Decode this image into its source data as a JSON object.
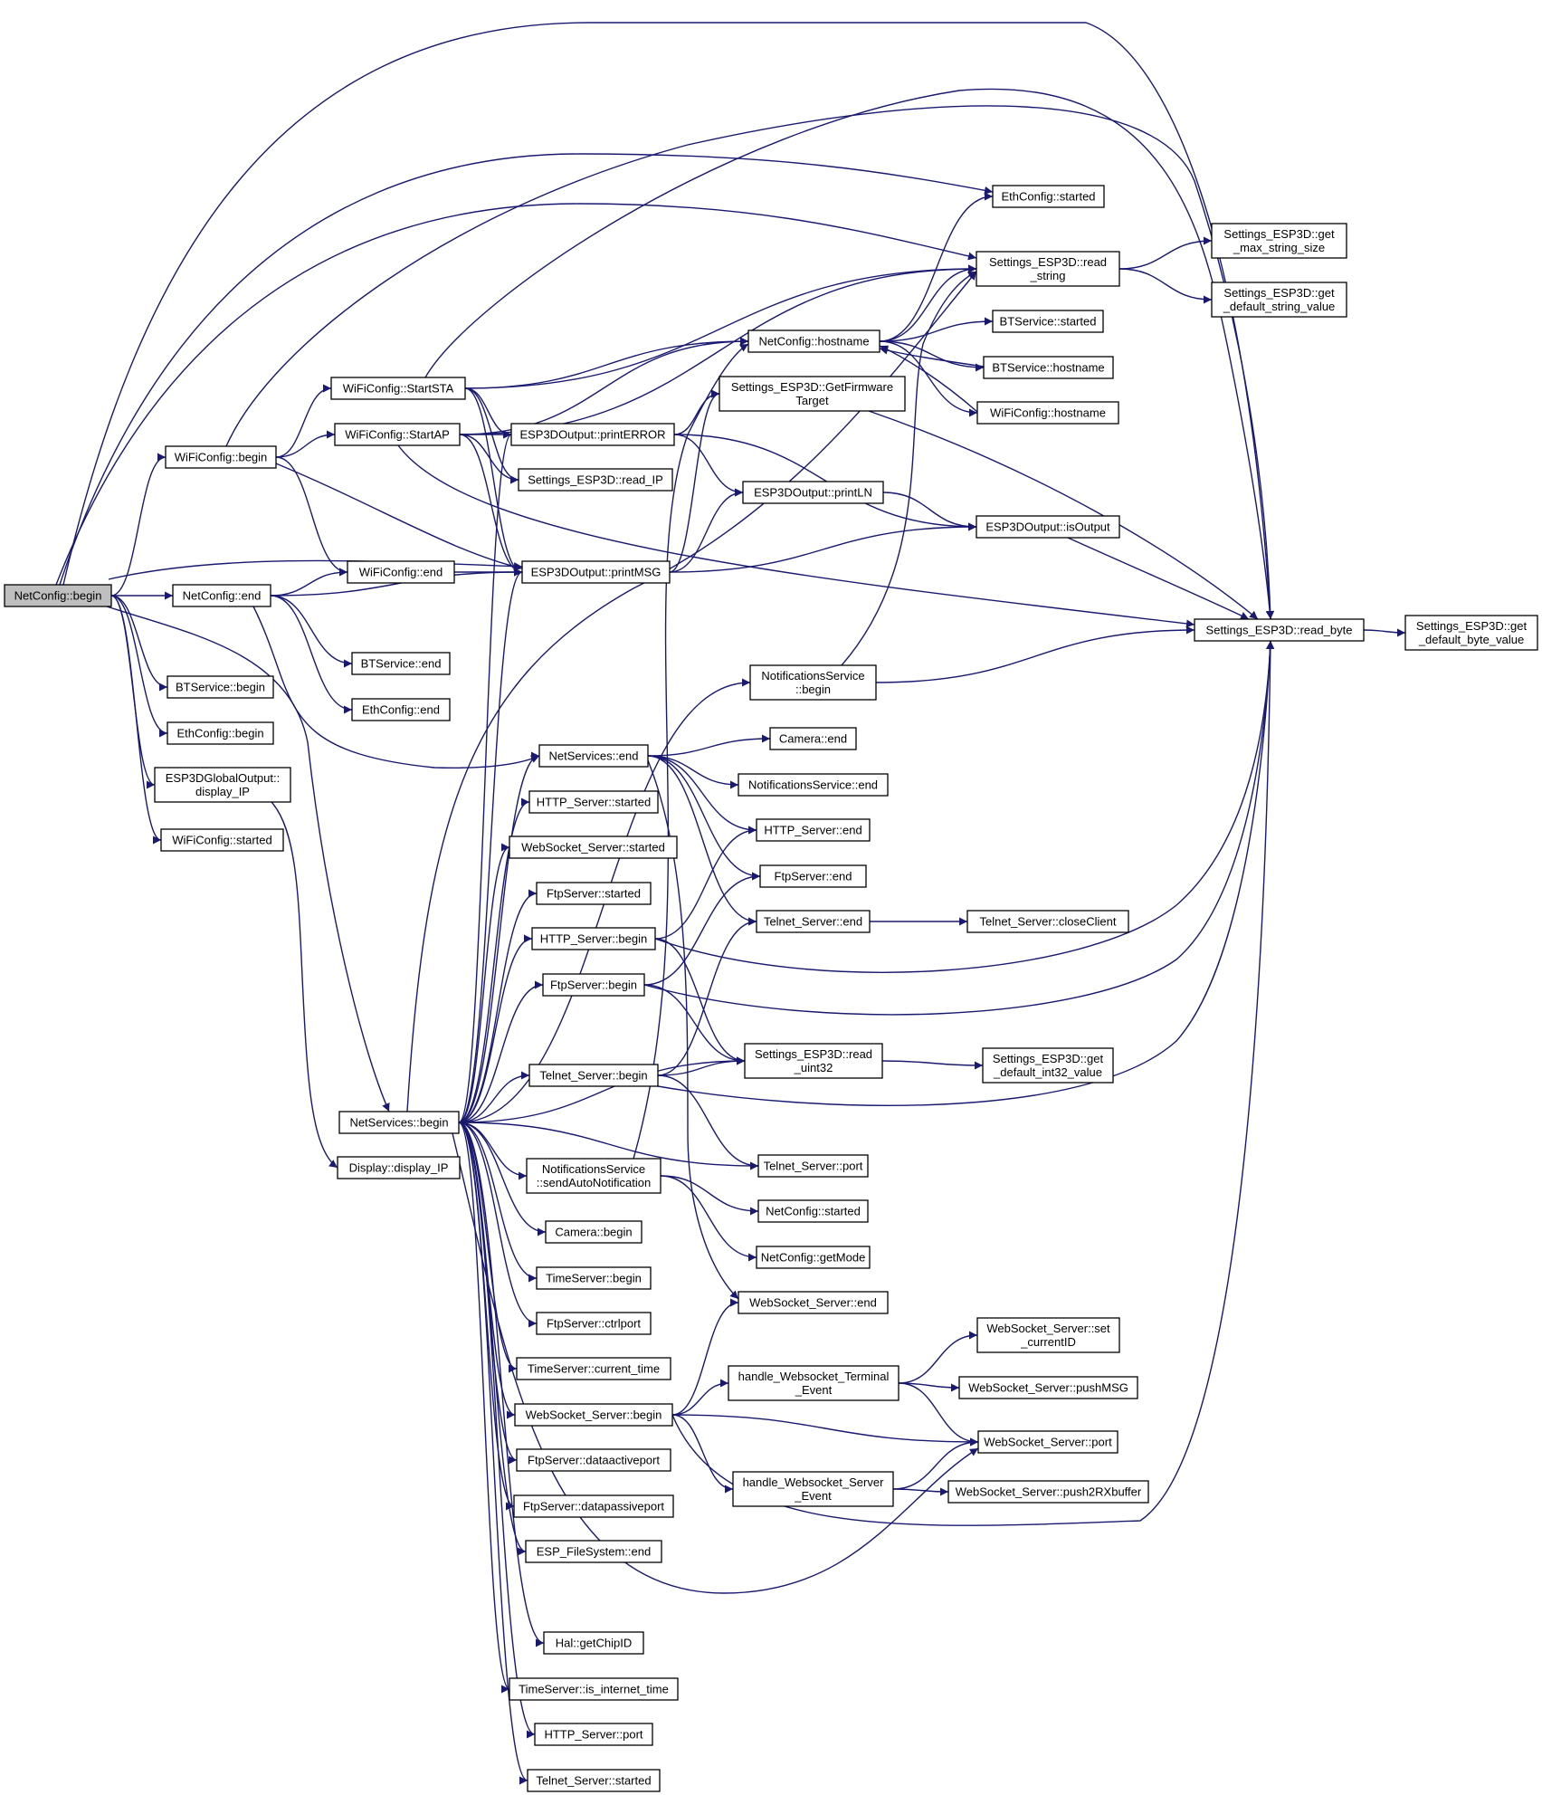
{
  "diagram": {
    "type": "call-graph",
    "colors": {
      "edge": "#191970",
      "node_border": "#000000",
      "root_fill": "#bfbfbf",
      "node_fill": "#ffffff"
    },
    "nodes": [
      {
        "id": "n0",
        "lines": [
          "NetConfig::begin"
        ]
      },
      {
        "id": "n1",
        "lines": [
          "WiFiConfig::begin"
        ]
      },
      {
        "id": "n2",
        "lines": [
          "WiFiConfig::StartSTA"
        ]
      },
      {
        "id": "n3",
        "lines": [
          "WiFiConfig::StartAP"
        ]
      },
      {
        "id": "n4",
        "lines": [
          "WiFiConfig::end"
        ]
      },
      {
        "id": "n5",
        "lines": [
          "NetConfig::end"
        ]
      },
      {
        "id": "n6",
        "lines": [
          "BTService::end"
        ]
      },
      {
        "id": "n7",
        "lines": [
          "EthConfig::end"
        ]
      },
      {
        "id": "n8",
        "lines": [
          "BTService::begin"
        ]
      },
      {
        "id": "n9",
        "lines": [
          "EthConfig::begin"
        ]
      },
      {
        "id": "n10",
        "lines": [
          "ESP3DGlobalOutput::",
          "display_IP"
        ]
      },
      {
        "id": "n11",
        "lines": [
          "WiFiConfig::started"
        ]
      },
      {
        "id": "n12",
        "lines": [
          "NetServices::begin"
        ]
      },
      {
        "id": "n13",
        "lines": [
          "Display::display_IP"
        ]
      },
      {
        "id": "n14",
        "lines": [
          "ESP3DOutput::printERROR"
        ]
      },
      {
        "id": "n15",
        "lines": [
          "Settings_ESP3D::read_IP"
        ]
      },
      {
        "id": "n16",
        "lines": [
          "ESP3DOutput::printMSG"
        ]
      },
      {
        "id": "n17",
        "lines": [
          "NetServices::end"
        ]
      },
      {
        "id": "n18",
        "lines": [
          "HTTP_Server::started"
        ]
      },
      {
        "id": "n19",
        "lines": [
          "WebSocket_Server::started"
        ]
      },
      {
        "id": "n20",
        "lines": [
          "FtpServer::started"
        ]
      },
      {
        "id": "n21",
        "lines": [
          "HTTP_Server::begin"
        ]
      },
      {
        "id": "n22",
        "lines": [
          "FtpServer::begin"
        ]
      },
      {
        "id": "n23",
        "lines": [
          "Telnet_Server::begin"
        ]
      },
      {
        "id": "n24",
        "lines": [
          "NotificationsService",
          "::sendAutoNotification"
        ]
      },
      {
        "id": "n25",
        "lines": [
          "Camera::begin"
        ]
      },
      {
        "id": "n26",
        "lines": [
          "TimeServer::begin"
        ]
      },
      {
        "id": "n27",
        "lines": [
          "FtpServer::ctrlport"
        ]
      },
      {
        "id": "n28",
        "lines": [
          "TimeServer::current_time"
        ]
      },
      {
        "id": "n29",
        "lines": [
          "WebSocket_Server::begin"
        ]
      },
      {
        "id": "n30",
        "lines": [
          "FtpServer::dataactiveport"
        ]
      },
      {
        "id": "n31",
        "lines": [
          "FtpServer::datapassiveport"
        ]
      },
      {
        "id": "n32",
        "lines": [
          "ESP_FileSystem::end"
        ]
      },
      {
        "id": "n33",
        "lines": [
          "Hal::getChipID"
        ]
      },
      {
        "id": "n34",
        "lines": [
          "TimeServer::is_internet_time"
        ]
      },
      {
        "id": "n35",
        "lines": [
          "HTTP_Server::port"
        ]
      },
      {
        "id": "n36",
        "lines": [
          "Telnet_Server::started"
        ]
      },
      {
        "id": "n37",
        "lines": [
          "NetConfig::hostname"
        ]
      },
      {
        "id": "n38",
        "lines": [
          "Settings_ESP3D::GetFirmware",
          "Target"
        ]
      },
      {
        "id": "n39",
        "lines": [
          "ESP3DOutput::printLN"
        ]
      },
      {
        "id": "n40",
        "lines": [
          "NotificationsService",
          "::begin"
        ]
      },
      {
        "id": "n41",
        "lines": [
          "Camera::end"
        ]
      },
      {
        "id": "n42",
        "lines": [
          "NotificationsService::end"
        ]
      },
      {
        "id": "n43",
        "lines": [
          "HTTP_Server::end"
        ]
      },
      {
        "id": "n44",
        "lines": [
          "FtpServer::end"
        ]
      },
      {
        "id": "n45",
        "lines": [
          "Telnet_Server::end"
        ]
      },
      {
        "id": "n46",
        "lines": [
          "Settings_ESP3D::read",
          "_uint32"
        ]
      },
      {
        "id": "n47",
        "lines": [
          "Telnet_Server::port"
        ]
      },
      {
        "id": "n48",
        "lines": [
          "NetConfig::started"
        ]
      },
      {
        "id": "n49",
        "lines": [
          "NetConfig::getMode"
        ]
      },
      {
        "id": "n50",
        "lines": [
          "WebSocket_Server::end"
        ]
      },
      {
        "id": "n51",
        "lines": [
          "handle_Websocket_Terminal",
          "_Event"
        ]
      },
      {
        "id": "n52",
        "lines": [
          "handle_Websocket_Server",
          "_Event"
        ]
      },
      {
        "id": "n53",
        "lines": [
          "EthConfig::started"
        ]
      },
      {
        "id": "n54",
        "lines": [
          "Settings_ESP3D::read",
          "_string"
        ]
      },
      {
        "id": "n55",
        "lines": [
          "BTService::started"
        ]
      },
      {
        "id": "n56",
        "lines": [
          "BTService::hostname"
        ]
      },
      {
        "id": "n57",
        "lines": [
          "WiFiConfig::hostname"
        ]
      },
      {
        "id": "n58",
        "lines": [
          "ESP3DOutput::isOutput"
        ]
      },
      {
        "id": "n59",
        "lines": [
          "Telnet_Server::closeClient"
        ]
      },
      {
        "id": "n60",
        "lines": [
          "Settings_ESP3D::get",
          "_default_int32_value"
        ]
      },
      {
        "id": "n61",
        "lines": [
          "WebSocket_Server::set",
          "_currentID"
        ]
      },
      {
        "id": "n62",
        "lines": [
          "WebSocket_Server::pushMSG"
        ]
      },
      {
        "id": "n63",
        "lines": [
          "WebSocket_Server::port"
        ]
      },
      {
        "id": "n64",
        "lines": [
          "WebSocket_Server::push2RXbuffer"
        ]
      },
      {
        "id": "n65",
        "lines": [
          "Settings_ESP3D::read_byte"
        ]
      },
      {
        "id": "n66",
        "lines": [
          "Settings_ESP3D::get",
          "_max_string_size"
        ]
      },
      {
        "id": "n67",
        "lines": [
          "Settings_ESP3D::get",
          "_default_string_value"
        ]
      },
      {
        "id": "n68",
        "lines": [
          "Settings_ESP3D::get",
          "_default_byte_value"
        ]
      }
    ],
    "edges": [
      [
        "n0",
        "n1"
      ],
      [
        "n0",
        "n5"
      ],
      [
        "n0",
        "n8"
      ],
      [
        "n0",
        "n9"
      ],
      [
        "n0",
        "n10"
      ],
      [
        "n0",
        "n11"
      ],
      [
        "n0",
        "n12"
      ],
      [
        "n0",
        "n16"
      ],
      [
        "n0",
        "n53"
      ],
      [
        "n0",
        "n54"
      ],
      [
        "n0",
        "n65"
      ],
      [
        "n1",
        "n2"
      ],
      [
        "n1",
        "n3"
      ],
      [
        "n1",
        "n4"
      ],
      [
        "n1",
        "n16"
      ],
      [
        "n1",
        "n65"
      ],
      [
        "n2",
        "n14"
      ],
      [
        "n2",
        "n15"
      ],
      [
        "n2",
        "n16"
      ],
      [
        "n2",
        "n37"
      ],
      [
        "n2",
        "n54"
      ],
      [
        "n2",
        "n65"
      ],
      [
        "n3",
        "n14"
      ],
      [
        "n3",
        "n15"
      ],
      [
        "n3",
        "n16"
      ],
      [
        "n3",
        "n37"
      ],
      [
        "n3",
        "n54"
      ],
      [
        "n3",
        "n65"
      ],
      [
        "n4",
        "n16"
      ],
      [
        "n5",
        "n4"
      ],
      [
        "n5",
        "n6"
      ],
      [
        "n5",
        "n7"
      ],
      [
        "n5",
        "n16"
      ],
      [
        "n5",
        "n17"
      ],
      [
        "n10",
        "n13"
      ],
      [
        "n12",
        "n14"
      ],
      [
        "n12",
        "n16"
      ],
      [
        "n12",
        "n17"
      ],
      [
        "n12",
        "n18"
      ],
      [
        "n12",
        "n19"
      ],
      [
        "n12",
        "n20"
      ],
      [
        "n12",
        "n21"
      ],
      [
        "n12",
        "n22"
      ],
      [
        "n12",
        "n23"
      ],
      [
        "n12",
        "n24"
      ],
      [
        "n12",
        "n25"
      ],
      [
        "n12",
        "n26"
      ],
      [
        "n12",
        "n27"
      ],
      [
        "n12",
        "n28"
      ],
      [
        "n12",
        "n29"
      ],
      [
        "n12",
        "n30"
      ],
      [
        "n12",
        "n31"
      ],
      [
        "n12",
        "n32"
      ],
      [
        "n12",
        "n33"
      ],
      [
        "n12",
        "n34"
      ],
      [
        "n12",
        "n35"
      ],
      [
        "n12",
        "n36"
      ],
      [
        "n12",
        "n40"
      ],
      [
        "n12",
        "n46"
      ],
      [
        "n12",
        "n47"
      ],
      [
        "n12",
        "n54"
      ],
      [
        "n12",
        "n63"
      ],
      [
        "n14",
        "n38"
      ],
      [
        "n14",
        "n39"
      ],
      [
        "n14",
        "n58"
      ],
      [
        "n16",
        "n38"
      ],
      [
        "n16",
        "n39"
      ],
      [
        "n16",
        "n58"
      ],
      [
        "n17",
        "n41"
      ],
      [
        "n17",
        "n42"
      ],
      [
        "n17",
        "n43"
      ],
      [
        "n17",
        "n44"
      ],
      [
        "n17",
        "n45"
      ],
      [
        "n17",
        "n50"
      ],
      [
        "n21",
        "n43"
      ],
      [
        "n21",
        "n46"
      ],
      [
        "n21",
        "n65"
      ],
      [
        "n22",
        "n44"
      ],
      [
        "n22",
        "n46"
      ],
      [
        "n22",
        "n65"
      ],
      [
        "n23",
        "n45"
      ],
      [
        "n23",
        "n46"
      ],
      [
        "n23",
        "n47"
      ],
      [
        "n23",
        "n65"
      ],
      [
        "n24",
        "n37"
      ],
      [
        "n24",
        "n48"
      ],
      [
        "n24",
        "n49"
      ],
      [
        "n29",
        "n50"
      ],
      [
        "n29",
        "n51"
      ],
      [
        "n29",
        "n52"
      ],
      [
        "n29",
        "n63"
      ],
      [
        "n29",
        "n65"
      ],
      [
        "n37",
        "n53"
      ],
      [
        "n37",
        "n54"
      ],
      [
        "n37",
        "n55"
      ],
      [
        "n37",
        "n56"
      ],
      [
        "n37",
        "n57"
      ],
      [
        "n38",
        "n65"
      ],
      [
        "n39",
        "n58"
      ],
      [
        "n40",
        "n54"
      ],
      [
        "n40",
        "n65"
      ],
      [
        "n45",
        "n59"
      ],
      [
        "n46",
        "n60"
      ],
      [
        "n51",
        "n61"
      ],
      [
        "n51",
        "n62"
      ],
      [
        "n51",
        "n63"
      ],
      [
        "n52",
        "n63"
      ],
      [
        "n52",
        "n64"
      ],
      [
        "n54",
        "n66"
      ],
      [
        "n54",
        "n67"
      ],
      [
        "n56",
        "n37"
      ],
      [
        "n57",
        "n37"
      ],
      [
        "n58",
        "n65"
      ],
      [
        "n65",
        "n68"
      ]
    ]
  }
}
